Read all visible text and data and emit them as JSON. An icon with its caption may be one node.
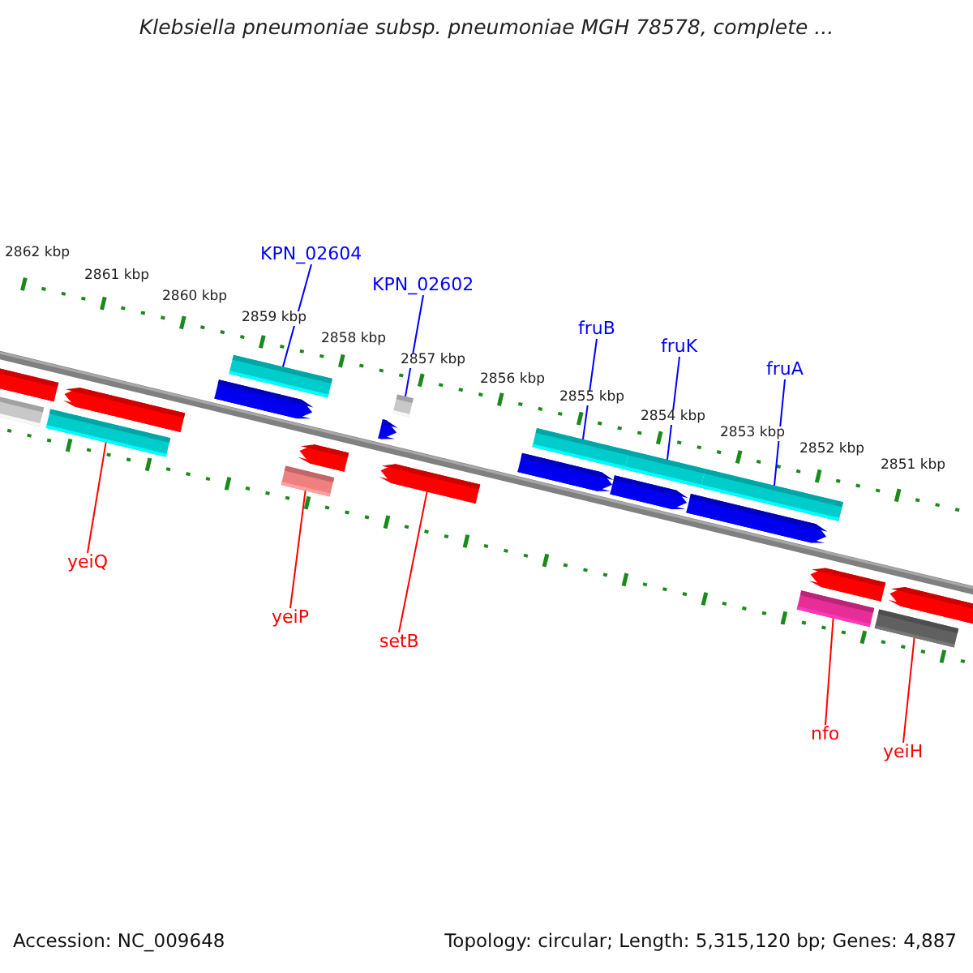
{
  "diagram": {
    "title": "Klebsiella pneumoniae subsp. pneumoniae MGH 78578, complete ...",
    "nodes": [
      {
        "text": [
          "KPN_02604"
        ]
      },
      {
        "text": [
          "KPN_02602"
        ]
      },
      {
        "text": [
          "fruB"
        ]
      },
      {
        "text": [
          "fruK"
        ]
      },
      {
        "text": [
          "fruA"
        ]
      },
      {
        "text": [
          "yeiQ"
        ]
      },
      {
        "text": [
          "yeiP"
        ]
      },
      {
        "text": [
          "setB"
        ]
      },
      {
        "text": [
          "nfo"
        ]
      },
      {
        "text": [
          "yeiH"
        ]
      },
      {
        "text": [],
        "shape": "arrow"
      },
      {
        "text": [],
        "shape": "box"
      },
      {
        "text": [],
        "shape": "box"
      },
      {
        "text": [],
        "shape": "arrow"
      },
      {
        "text": [],
        "shape": "arrow"
      },
      {
        "text": [],
        "shape": "box"
      },
      {
        "text": [],
        "shape": "box"
      },
      {
        "text": [],
        "shape": "arrow"
      },
      {
        "text": [],
        "shape": "arrow"
      },
      {
        "text": [],
        "shape": "box"
      },
      {
        "text": [],
        "shape": "arrow"
      },
      {
        "text": [],
        "shape": "arrow"
      },
      {
        "text": [],
        "shape": "box"
      },
      {
        "text": [],
        "shape": "arrow"
      },
      {
        "text": [],
        "shape": "box"
      },
      {
        "text": [],
        "shape": "arrow"
      },
      {
        "text": [],
        "shape": "box"
      },
      {
        "text": [],
        "shape": "box"
      },
      {
        "text": [],
        "shape": "arrow"
      },
      {
        "text": [],
        "shape": "box"
      },
      {
        "text": [],
        "shape": "arrow"
      }
    ],
    "edges": [
      {
        "from": 0,
        "to": 15,
        "arrow": "none"
      },
      {
        "from": 1,
        "to": 19,
        "arrow": "none"
      },
      {
        "from": 2,
        "to": 22,
        "arrow": "none"
      },
      {
        "from": 3,
        "to": 24,
        "arrow": "none"
      },
      {
        "from": 4,
        "to": 26,
        "arrow": "none"
      },
      {
        "from": 5,
        "to": 12,
        "arrow": "none",
        "color": "#ff0000"
      },
      {
        "from": 6,
        "to": 16,
        "arrow": "none",
        "color": "#ff0000"
      },
      {
        "from": 7,
        "to": 20,
        "arrow": "none",
        "color": "#ff0000"
      },
      {
        "from": 8,
        "to": 27,
        "arrow": "none",
        "color": "#ff0000"
      },
      {
        "from": 9,
        "to": 29,
        "arrow": "none",
        "color": "#ff0000"
      }
    ],
    "labels": [
      "2862 kbp",
      "2861 kbp",
      "2860 kbp",
      "2859 kbp",
      "2858 kbp",
      "2857 kbp",
      "2856 kbp",
      "2855 kbp",
      "2854 kbp",
      "2853 kbp",
      "2852 kbp",
      "2851 kbp",
      "Accession: NC_009648",
      "Topology: circular; Length: 5,315,120 bp; Genes: 4,887"
    ]
  }
}
